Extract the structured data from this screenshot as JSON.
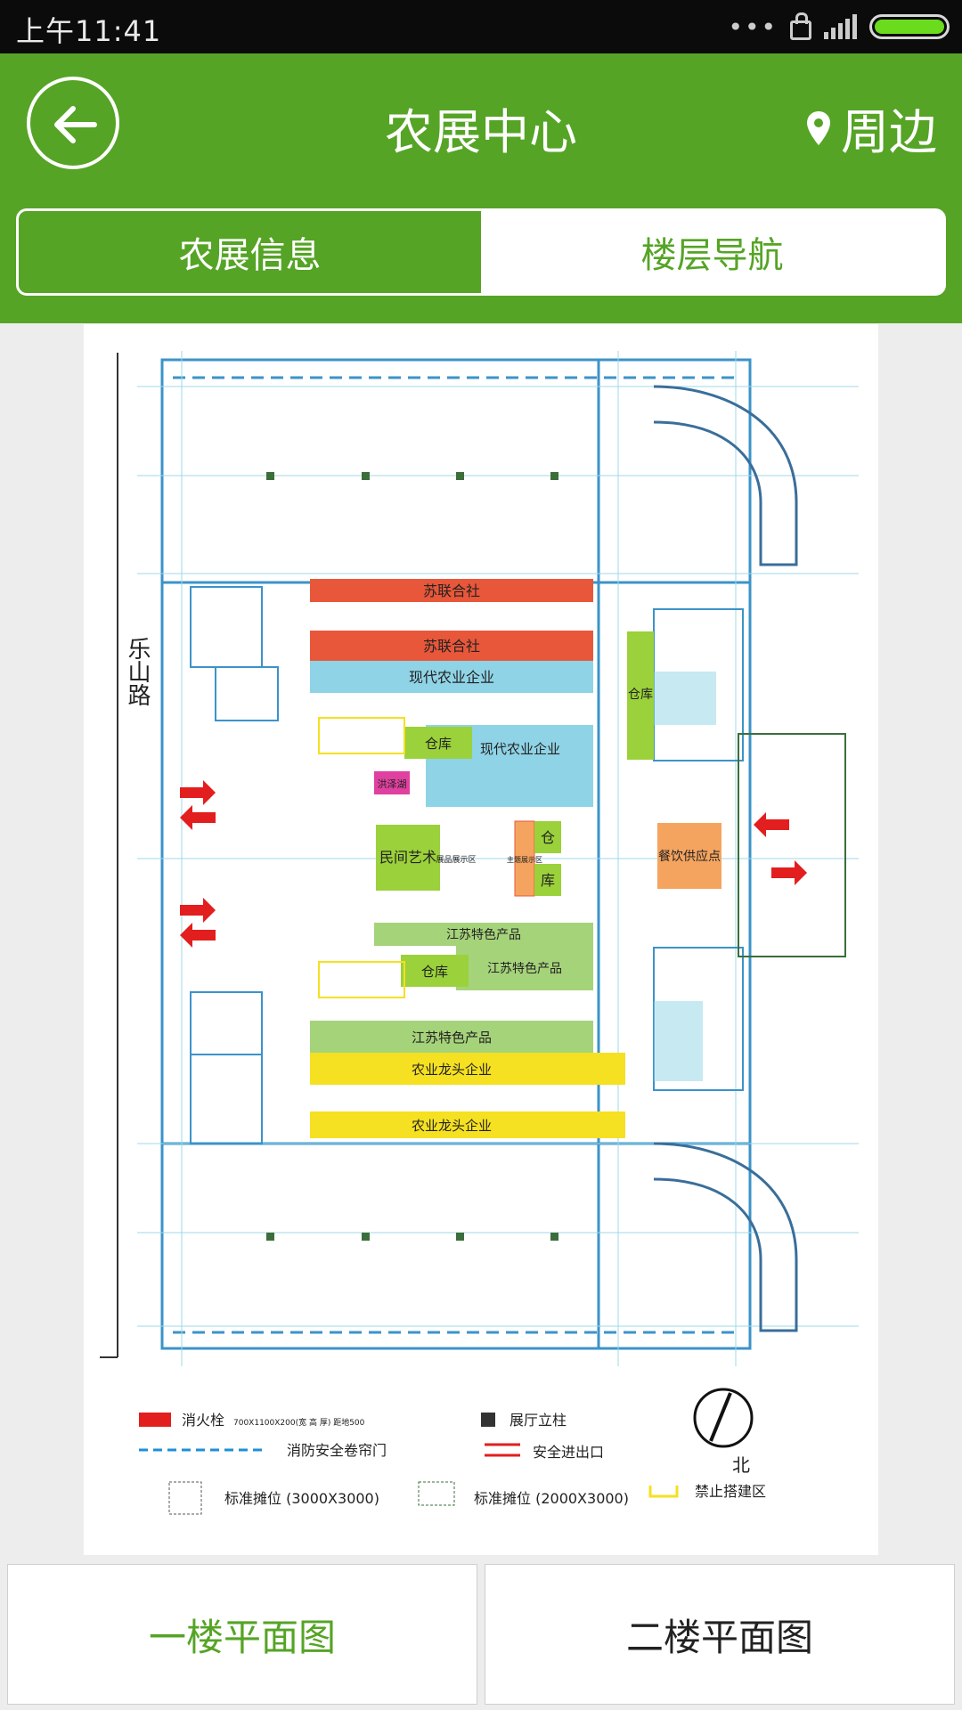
{
  "status_bar": {
    "time": "上午11:41",
    "more": "•••"
  },
  "header": {
    "title": "农展中心",
    "nearby_label": "周边",
    "back_icon": "arrow-left-icon",
    "location_icon": "map-pin-icon"
  },
  "tabs": [
    {
      "label": "农展信息",
      "active": true
    },
    {
      "label": "楼层导航",
      "active": false
    }
  ],
  "floorplan": {
    "road_label": "乐山路",
    "booths": {
      "b1": "苏联合社",
      "b2": "苏联合社",
      "b3": "现代农业企业",
      "b4": "现代农业企业",
      "b5": "仓库",
      "b6": "洪泽湖",
      "b7": "民间艺术",
      "b8": "主题展示区",
      "b9": "仓",
      "b10": "库",
      "b11": "江苏特色产品",
      "b12": "江苏特色产品",
      "b13": "仓库",
      "b14": "江苏特色产品",
      "b15": "农业龙头企业",
      "b16": "农业龙头企业",
      "b17": "仓库",
      "b18": "餐饮供应点",
      "b19": "展品展示区"
    },
    "legend": {
      "hydrant": "消火栓",
      "hydrant_spec": "700X1100X200(宽 高 厚) 距地500",
      "pillar": "展厅立柱",
      "curtain": "消防安全卷帘门",
      "exit": "安全进出口",
      "std_booth_1": "标准摊位 (3000X3000)",
      "std_booth_2": "标准摊位 (2000X3000)",
      "no_build": "禁止搭建区",
      "north": "北"
    },
    "colors": {
      "red": "#e8573a",
      "blue": "#8fd3e6",
      "lime": "#9bd13a",
      "green": "#a5d37a",
      "yellow": "#f5e021",
      "orange": "#f5a45f",
      "magenta": "#e040a0"
    }
  },
  "floor_buttons": [
    {
      "label": "一楼平面图",
      "selected": true
    },
    {
      "label": "二楼平面图",
      "selected": false
    }
  ]
}
